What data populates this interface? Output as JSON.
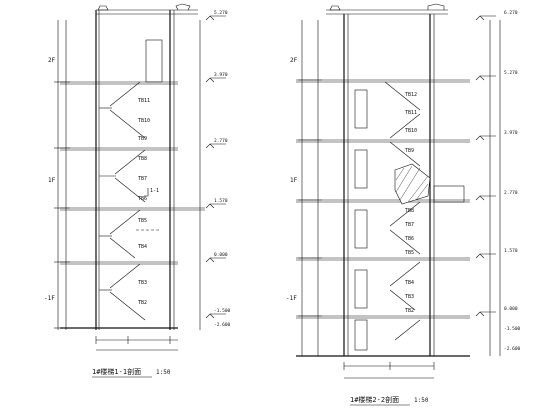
{
  "left_section": {
    "title": "1#楼梯1-1剖面",
    "scale": "1:50",
    "flight_labels": [
      "TB11",
      "TB10",
      "TB9",
      "TB8",
      "TB7",
      "TB6",
      "TB5",
      "TB4",
      "TB3",
      "TB2"
    ],
    "section_mark": "1-1",
    "floor_labels": [
      "2F",
      "1F",
      "-1F"
    ],
    "elev_labels": [
      "5.270",
      "3.970",
      "2.770",
      "1.570",
      "0.000",
      "-1.500",
      "-2.600"
    ]
  },
  "right_section": {
    "title": "1#楼梯2-2剖面",
    "scale": "1:50",
    "flight_labels": [
      "TB12",
      "TB11",
      "TB10",
      "TB9",
      "TB8",
      "TB7",
      "TB6",
      "TB5",
      "TB4",
      "TB3",
      "TB2"
    ],
    "floor_labels": [
      "2F",
      "1F",
      "-1F"
    ],
    "elev_labels": [
      "6.270",
      "5.270",
      "3.970",
      "2.770",
      "1.570",
      "0.000",
      "-1.500",
      "-2.600"
    ]
  }
}
